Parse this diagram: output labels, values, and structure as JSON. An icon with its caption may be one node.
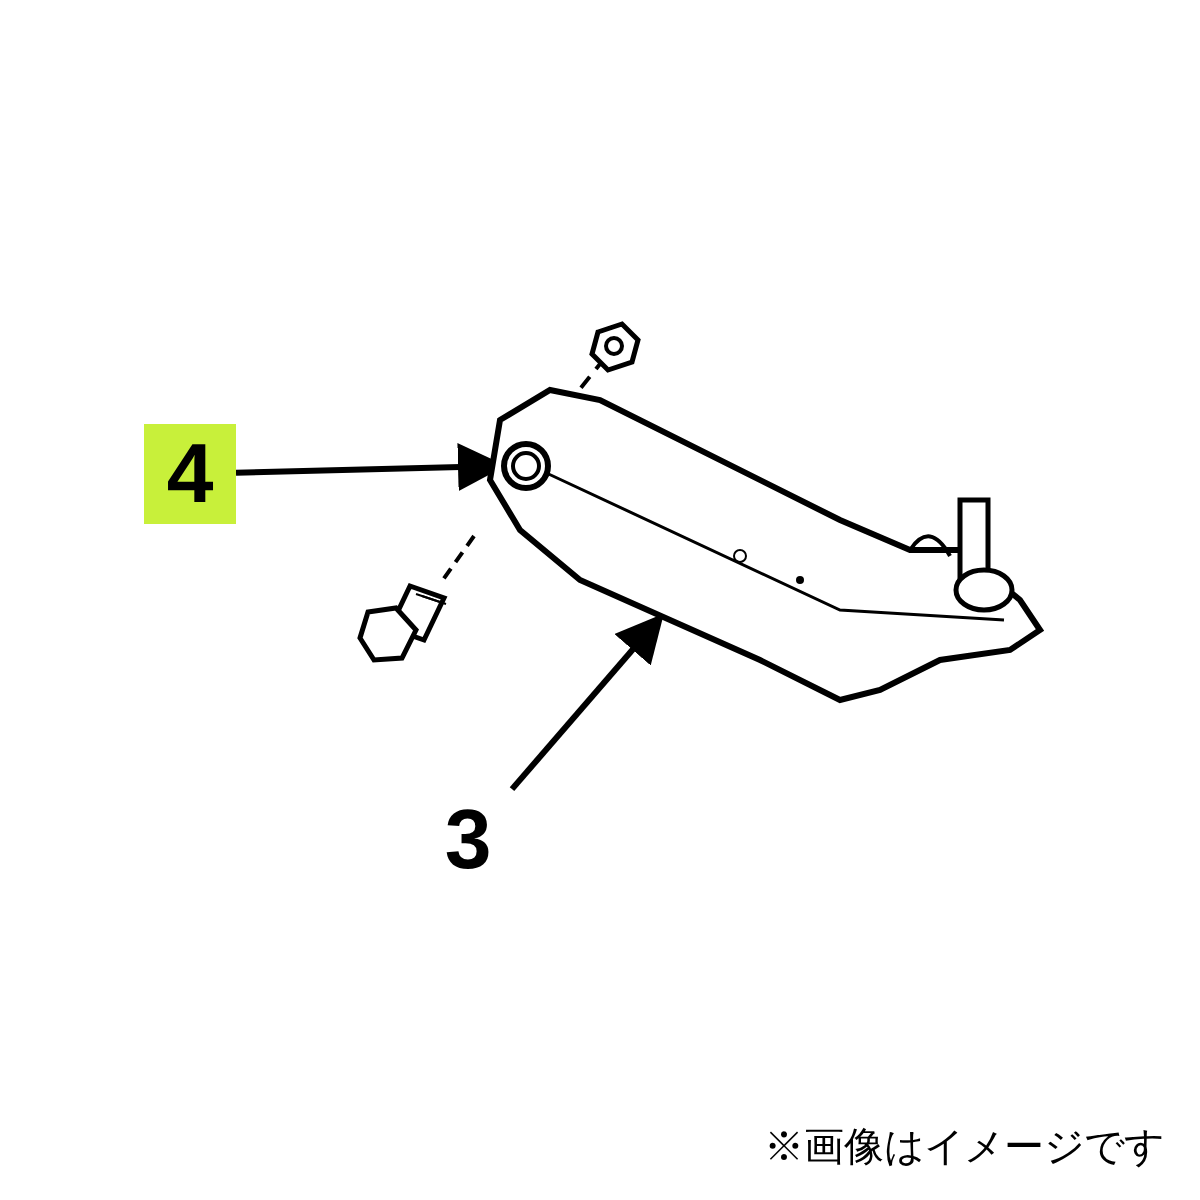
{
  "diagram": {
    "nodes": [
      {
        "text": [
          "4"
        ]
      },
      {
        "text": [],
        "shape": "picture"
      },
      {
        "text": [],
        "shape": "picture",
        "in": 1
      },
      {
        "text": [
          "3"
        ]
      }
    ],
    "edges": [
      {
        "from": 0,
        "to": 2,
        "arrow": "to"
      },
      {
        "from": 3,
        "to": 1,
        "arrow": "to"
      }
    ],
    "labels": [
      "※画像はイメージです"
    ]
  }
}
